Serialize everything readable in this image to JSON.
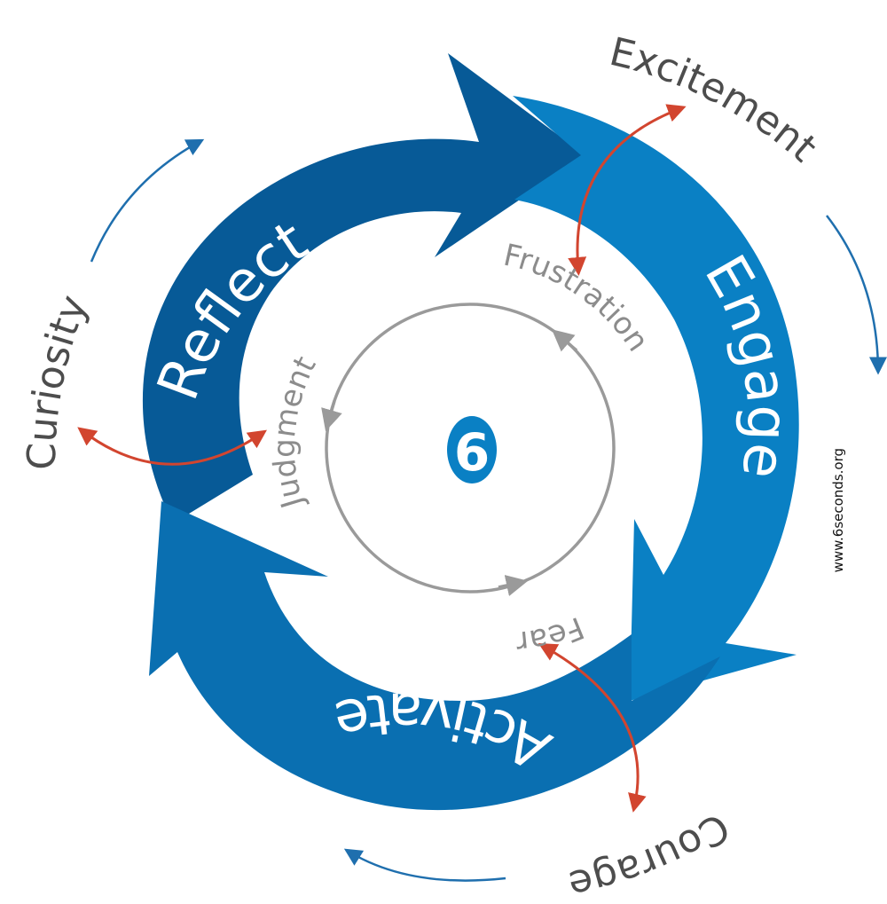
{
  "diagram": {
    "phases": {
      "reflect": "Reflect",
      "engage": "Engage",
      "activate": "Activate"
    },
    "outer_feelings": {
      "excitement": "Excitement",
      "curiosity": "Curiosity",
      "courage": "Courage"
    },
    "inner_feelings": {
      "frustration": "Frustration",
      "judgment": "Judgment",
      "fear": "Fear"
    },
    "website": "www.6seconds.org",
    "logo_glyph": "6"
  },
  "colors": {
    "reflect": "#075a97",
    "engage": "#0a80c4",
    "activate": "#0a6fb1",
    "outer_arrow": "#1f6fae",
    "red_arrow": "#d2452f",
    "inner_cycle": "#9a9a9a",
    "logo": "#0a80c4"
  }
}
